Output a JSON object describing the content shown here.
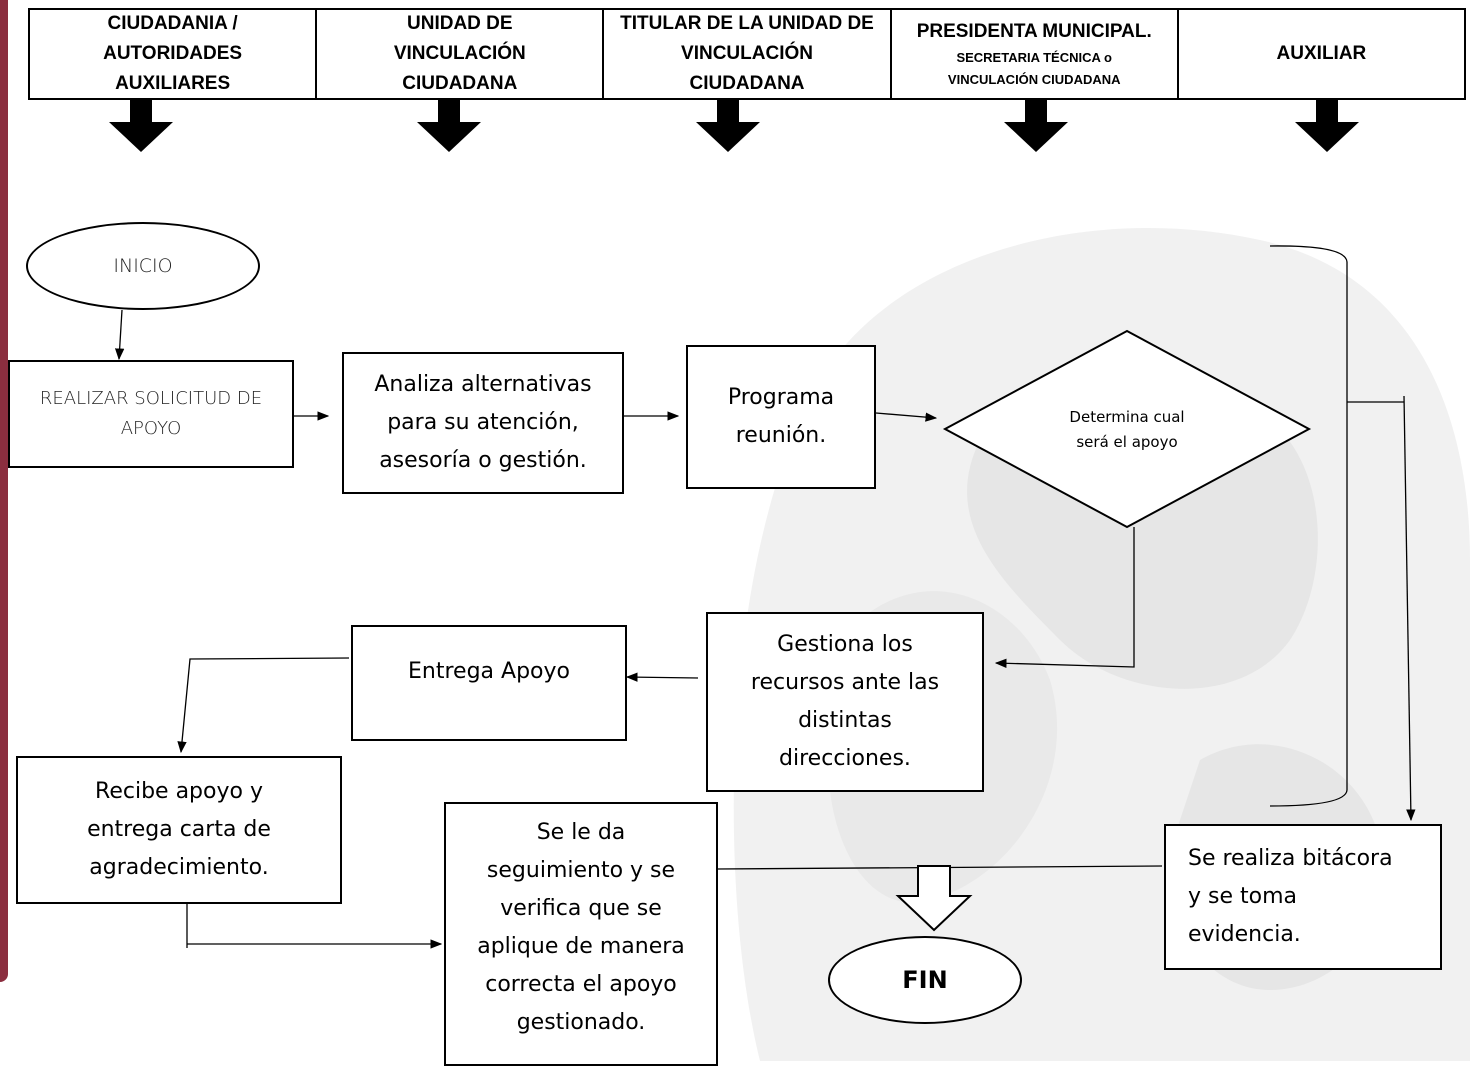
{
  "header": {
    "lanes": [
      {
        "lines": [
          "CIUDADANIA /",
          "AUTORIDADES",
          "AUXILIARES"
        ]
      },
      {
        "lines": [
          "UNIDAD DE",
          "VINCULACIÓN",
          "CIUDADANA"
        ]
      },
      {
        "lines": [
          "TITULAR DE LA UNIDAD DE",
          "VINCULACIÓN",
          "CIUDADANA"
        ]
      },
      {
        "lines": [
          "PRESIDENTA MUNICIPAL."
        ],
        "sub": [
          "SECRETARIA TÉCNICA o",
          "VINCULACIÓN CIUDADANA"
        ]
      },
      {
        "lines": [
          "AUXILIAR"
        ]
      }
    ]
  },
  "nodes": {
    "inicio": "INICIO",
    "solicitud": "REALIZAR SOLICITUD DE\nAPOYO",
    "analiza": "Analiza alternativas\npara su atención,\nasesoría o gestión.",
    "programa": "Programa\nreunión.",
    "decision": "Determina cual\nserá el apoyo",
    "gestiona": "Gestiona los\nrecursos ante las\ndistintas\ndirecciones.",
    "entrega": "Entrega Apoyo",
    "recibe": "Recibe apoyo y\nentrega carta de\nagradecimiento.",
    "seguimiento": "Se le da\nseguimiento y se\nverifica que se\naplique de manera\ncorrecta el apoyo\ngestionado.",
    "bitacora": "Se realiza bitácora\ny se toma\nevidencia.",
    "fin": "FIN"
  },
  "colors": {
    "accent_bar": "#8b2e3f",
    "watermark": "#ededed"
  }
}
